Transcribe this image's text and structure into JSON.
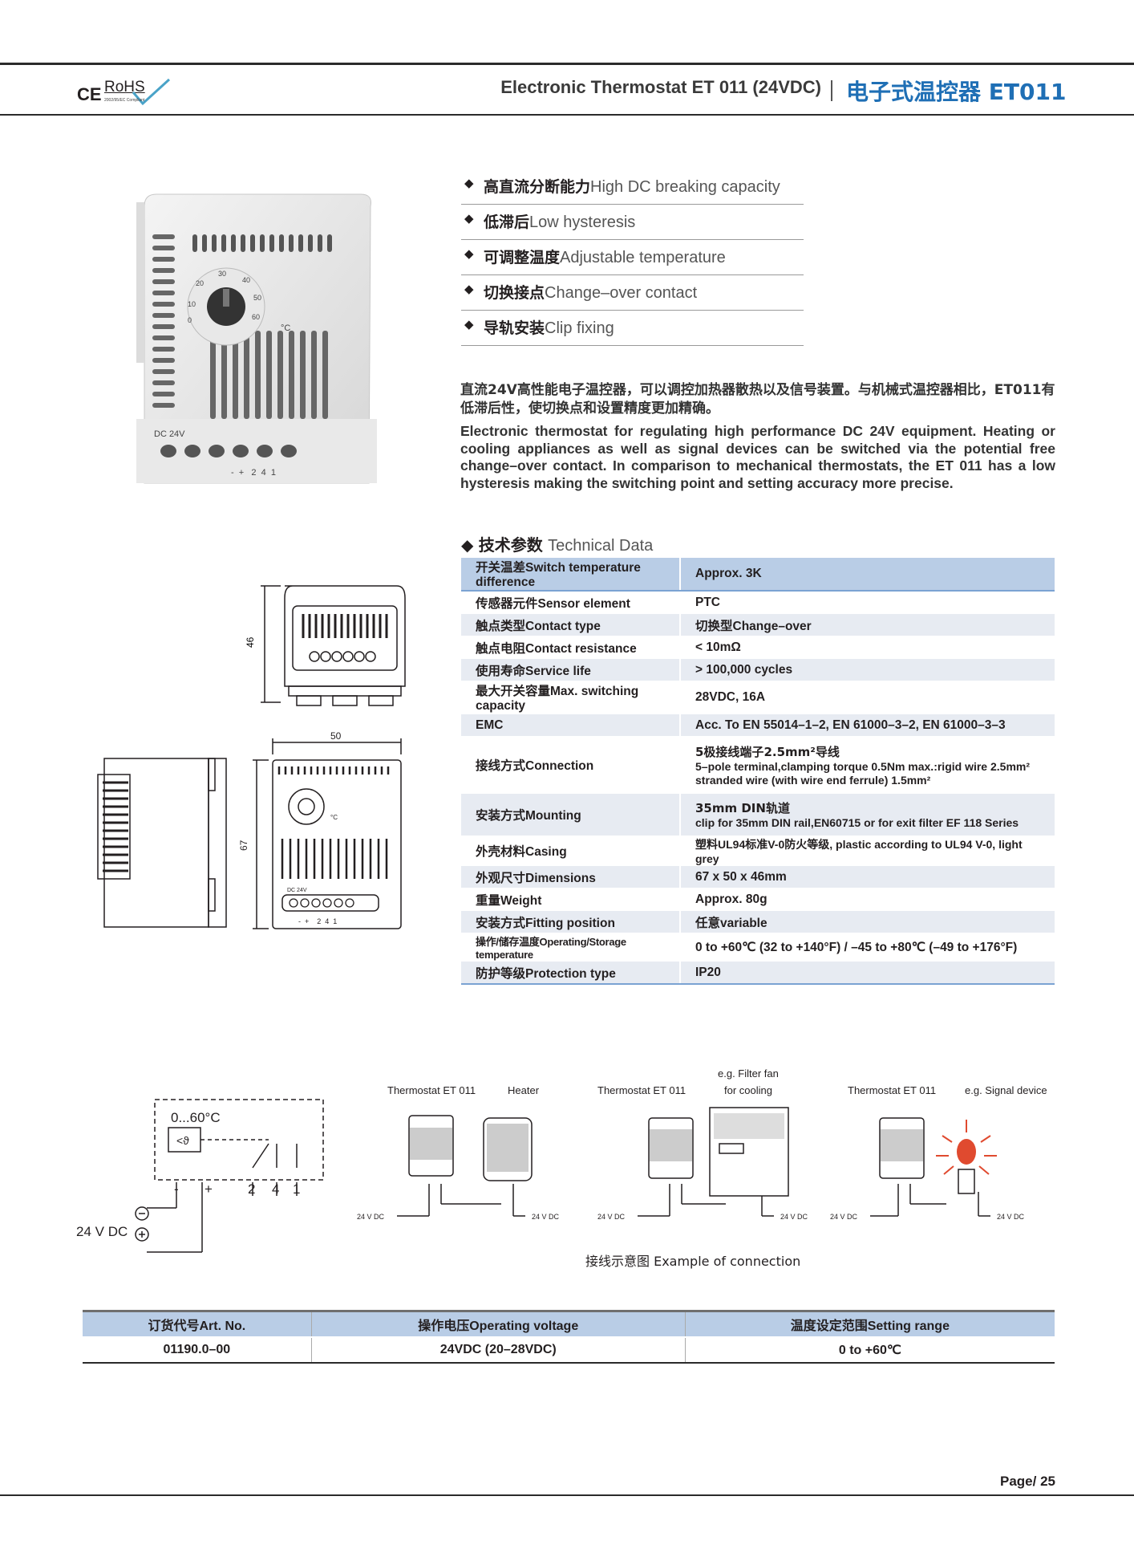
{
  "header": {
    "cert_ce": "CE",
    "cert_rohs": "RoHS",
    "cert_rohs_sub": "2002/95/EC Compliant",
    "title_en": "Electronic Thermostat ET 011 (24VDC)",
    "title_cn": "电子式温控器 ET011"
  },
  "features": [
    {
      "cn": "高直流分断能力",
      "en": "High DC breaking capacity"
    },
    {
      "cn": "低滞后",
      "en": "Low hysteresis"
    },
    {
      "cn": "可调整温度",
      "en": "Adjustable temperature"
    },
    {
      "cn": "切换接点",
      "en": "Change–over contact"
    },
    {
      "cn": "导轨安装",
      "en": "Clip fixing"
    }
  ],
  "description": {
    "cn": "直流24V高性能电子温控器，可以调控加热器散热以及信号装置。与机械式温控器相比，ET011有低滞后性，使切换点和设置精度更加精确。",
    "en": "Electronic thermostat for regulating high performance DC 24V equipment. Heating or cooling appliances as well as signal devices can be switched via the potential free change–over contact. In comparison to mechanical thermostats, the ET 011 has a low hysteresis making the switching point and setting accuracy more precise."
  },
  "tech": {
    "title_cn": "技术参数",
    "title_en": "Technical Data",
    "rows": [
      {
        "k": "开关温差Switch temperature difference",
        "v": "Approx. 3K"
      },
      {
        "k": "传感器元件Sensor element",
        "v": "PTC"
      },
      {
        "k": "触点类型Contact type",
        "v": "切换型Change–over"
      },
      {
        "k": "触点电阻Contact resistance",
        "v": "< 10mΩ"
      },
      {
        "k": "使用寿命Service life",
        "v": "> 100,000 cycles"
      },
      {
        "k": "最大开关容量Max. switching capacity",
        "v": "28VDC, 16A"
      },
      {
        "k": "EMC",
        "v": "Acc. To EN 55014–1–2, EN 61000–3–2, EN 61000–3–3"
      },
      {
        "k": "接线方式Connection",
        "v": "5极接线端子2.5mm²导线",
        "v2": "5–pole terminal,clamping torque 0.5Nm max.:rigid wire 2.5mm²",
        "v3": "stranded wire (with wire end ferrule) 1.5mm²"
      },
      {
        "k": "安装方式Mounting",
        "v": "35mm DIN轨道",
        "v2": "clip for 35mm DIN rail,EN60715 or for exit filter EF 118 Series"
      },
      {
        "k": "外壳材料Casing",
        "v": "塑料UL94标准V-0防火等级, plastic according to UL94 V-0, light grey"
      },
      {
        "k": "外观尺寸Dimensions",
        "v": "67 x 50 x 46mm"
      },
      {
        "k": "重量Weight",
        "v": "Approx. 80g"
      },
      {
        "k": "安装方式Fitting position",
        "v": "任意variable"
      },
      {
        "k": "操作/储存温度Operating/Storage temperature",
        "v": "0 to +60℃ (32 to +140°F) / –45 to +80℃ (–49 to +176°F)"
      },
      {
        "k": "防护等级Protection type",
        "v": "IP20"
      }
    ]
  },
  "product": {
    "dc_label": "DC 24V",
    "dial_marks": [
      "0",
      "10",
      "20",
      "30",
      "40",
      "50",
      "60"
    ],
    "unit": "°C",
    "terminal_marks": "-  +   2  4  1"
  },
  "drawing": {
    "dim_top_height": "46",
    "dim_width": "50",
    "dim_height": "67",
    "dc_label": "DC 24V",
    "terminal_marks": "-  +    2  4  1",
    "unit": "°C"
  },
  "wiring": {
    "range": "0...60°C",
    "supply": "24 V DC",
    "terminals": [
      "-",
      "+",
      "2",
      "4",
      "1"
    ],
    "diagrams": [
      {
        "thermostat": "Thermostat ET 011",
        "device": "Heater"
      },
      {
        "thermostat": "Thermostat ET 011",
        "device_line1": "e.g. Filter fan",
        "device_line2": "for cooling"
      },
      {
        "thermostat": "Thermostat ET 011",
        "device": "e.g. Signal device"
      }
    ],
    "supply_small": "24 V DC",
    "caption": "接线示意图 Example of connection"
  },
  "order": {
    "headers": [
      "订货代号Art. No.",
      "操作电压Operating voltage",
      "温度设定范围Setting range"
    ],
    "row": [
      "01190.0–00",
      "24VDC (20–28VDC)",
      "0 to +60℃"
    ]
  },
  "footer": {
    "page": "Page/ 25"
  }
}
